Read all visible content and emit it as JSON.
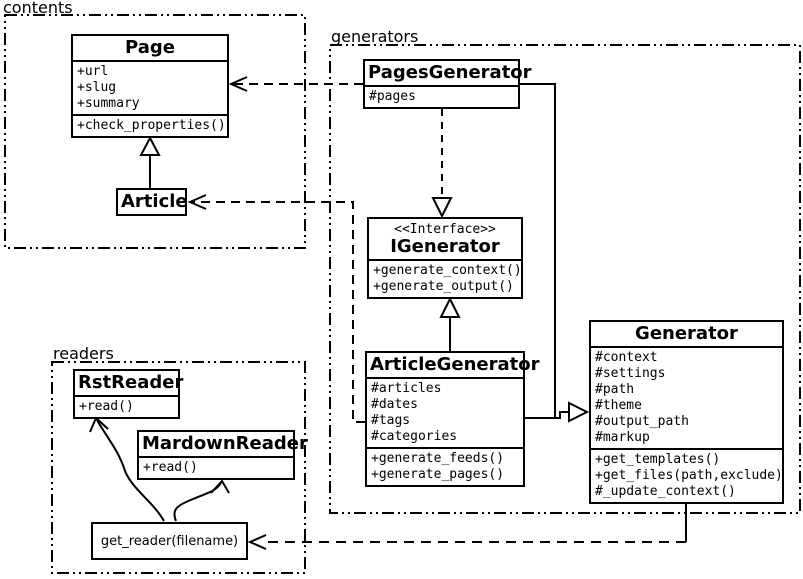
{
  "packages": {
    "contents": {
      "label": "contents"
    },
    "generators": {
      "label": "generators"
    },
    "readers": {
      "label": "readers"
    }
  },
  "classes": {
    "page": {
      "name": "Page",
      "attributes": [
        "+url",
        "+slug",
        "+summary"
      ],
      "methods": [
        "+check_properties()"
      ]
    },
    "article": {
      "name": "Article"
    },
    "pages_generator": {
      "name": "PagesGenerator",
      "attributes": [
        "#pages"
      ]
    },
    "igenerator": {
      "stereotype": "<<Interface>>",
      "name": "IGenerator",
      "methods": [
        "+generate_context()",
        "+generate_output()"
      ]
    },
    "article_generator": {
      "name": "ArticleGenerator",
      "attributes": [
        "#articles",
        "#dates",
        "#tags",
        "#categories"
      ],
      "methods": [
        "+generate_feeds()",
        "+generate_pages()"
      ]
    },
    "generator": {
      "name": "Generator",
      "attributes": [
        "#context",
        "#settings",
        "#path",
        "#theme",
        "#output_path",
        "#markup"
      ],
      "methods": [
        "+get_templates()",
        "+get_files(path,exclude)",
        "#_update_context()"
      ]
    },
    "rst_reader": {
      "name": "RstReader",
      "methods": [
        "+read()"
      ]
    },
    "mardown_reader": {
      "name": "MardownReader",
      "methods": [
        "+read()"
      ]
    },
    "get_reader": {
      "label": "get_reader(filename)"
    }
  },
  "relationships": [
    {
      "from": "Article",
      "to": "Page",
      "type": "generalization"
    },
    {
      "from": "PagesGenerator",
      "to": "Page",
      "type": "dependency"
    },
    {
      "from": "PagesGenerator",
      "to": "IGenerator",
      "type": "realization"
    },
    {
      "from": "ArticleGenerator",
      "to": "IGenerator",
      "type": "generalization"
    },
    {
      "from": "PagesGenerator",
      "to": "Generator",
      "type": "generalization"
    },
    {
      "from": "ArticleGenerator",
      "to": "Generator",
      "type": "generalization"
    },
    {
      "from": "ArticleGenerator",
      "to": "Article",
      "type": "dependency"
    },
    {
      "from": "Generator",
      "to": "get_reader(filename)",
      "type": "dependency"
    },
    {
      "from": "get_reader(filename)",
      "to": "RstReader",
      "type": "arrow"
    },
    {
      "from": "get_reader(filename)",
      "to": "MardownReader",
      "type": "arrow"
    }
  ],
  "colors": {
    "line": "#000000",
    "background": "#ffffff"
  }
}
